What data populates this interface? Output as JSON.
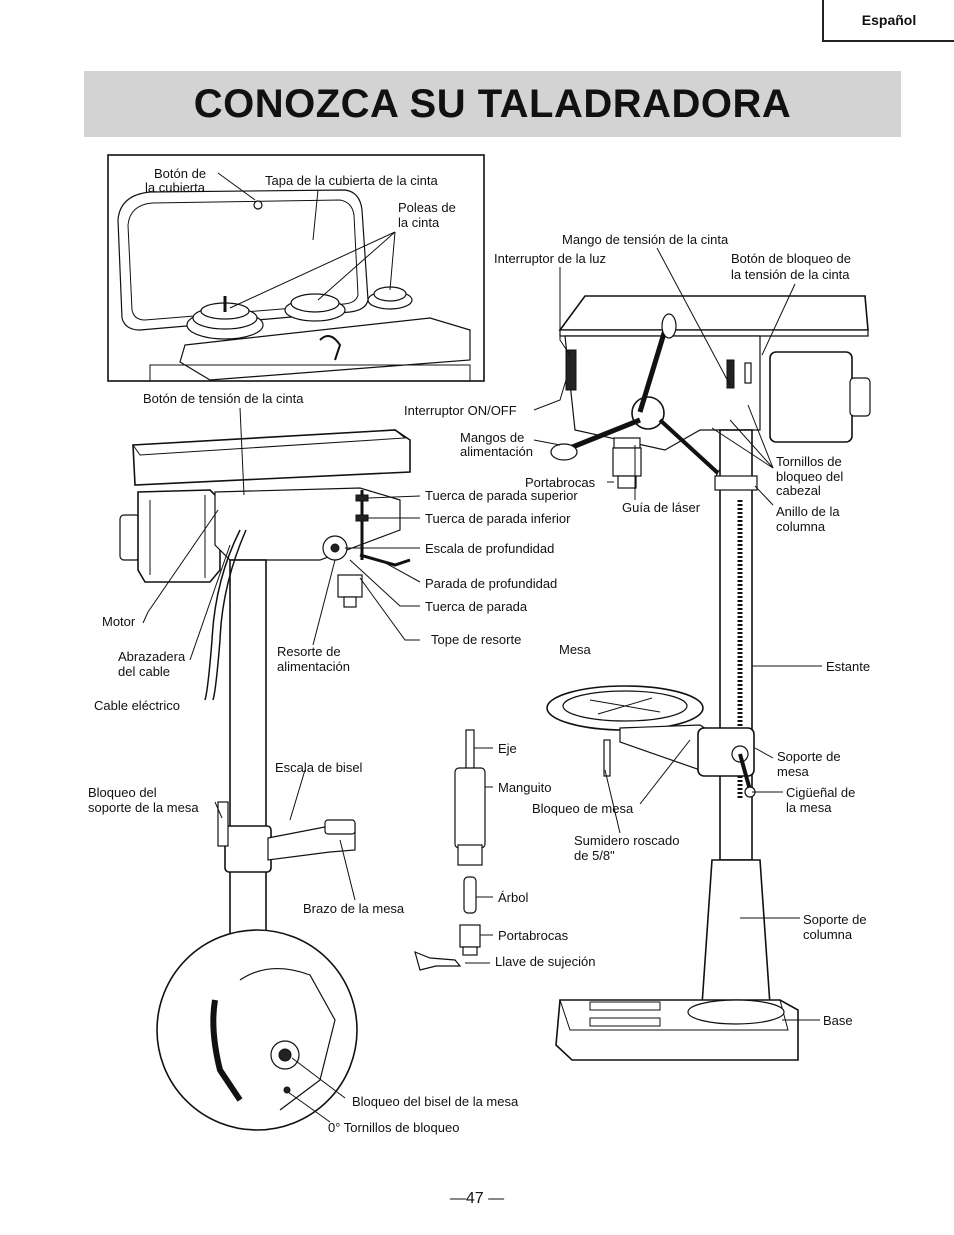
{
  "header": {
    "language": "Español"
  },
  "title": "CONOZCA SU TALADRADORA",
  "labels": {
    "boton_cubierta": [
      "Botón de",
      "la cubierta"
    ],
    "tapa_cubierta": "Tapa de la cubierta de la cinta",
    "poleas_cinta": [
      "Poleas de",
      "la cinta"
    ],
    "mango_tension": "Mango de tensión de la cinta",
    "interruptor_luz": "Interruptor de la luz",
    "boton_bloqueo_tension": [
      "Botón de bloqueo de",
      "la tensión de la cinta"
    ],
    "boton_tension": "Botón de tensión de la cinta",
    "interruptor_onoff": "Interruptor ON/OFF",
    "mangos_alimentacion": [
      "Mangos de",
      "alimentación"
    ],
    "tornillos_bloqueo_cabezal": [
      "Tornillos de",
      "bloqueo del",
      "cabezal"
    ],
    "portabrocas_top": "Portabrocas",
    "tuerca_parada_superior": "Tuerca de parada superior",
    "tuerca_parada_inferior": "Tuerca de parada inferior",
    "guia_laser": "Guía de láser",
    "anillo_columna": [
      "Anillo de la",
      "columna"
    ],
    "escala_profundidad": "Escala de profundidad",
    "parada_profundidad": "Parada de profundidad",
    "tuerca_parada": "Tuerca de parada",
    "motor": "Motor",
    "tope_resorte": "Tope de resorte",
    "mesa": "Mesa",
    "abrazadera_cable": [
      "Abrazadera",
      "del cable"
    ],
    "resorte_alimentacion": [
      "Resorte de",
      "alimentación"
    ],
    "estante": "Estante",
    "cable_electrico": "Cable eléctrico",
    "eje": "Eje",
    "soporte_mesa": [
      "Soporte de",
      "mesa"
    ],
    "escala_bisel": "Escala de bisel",
    "manguito": "Manguito",
    "ciguenal_mesa": [
      "Cigüeñal de",
      "la mesa"
    ],
    "bloqueo_soporte_mesa": [
      "Bloqueo del",
      "soporte de la mesa"
    ],
    "bloqueo_mesa": "Bloqueo de mesa",
    "sumidero_roscado": [
      "Sumidero roscado",
      "de 5/8\""
    ],
    "arbol": "Árbol",
    "brazo_mesa": "Brazo de la mesa",
    "soporte_columna": [
      "Soporte de",
      "columna"
    ],
    "portabrocas_bottom": "Portabrocas",
    "llave_sujecion": "Llave de sujeción",
    "base": "Base",
    "bloqueo_bisel_mesa": "Bloqueo del bisel de la mesa",
    "tornillos_bloqueo_0": "0° Tornillos de bloqueo"
  },
  "footer": {
    "page_number": "—47 —"
  }
}
